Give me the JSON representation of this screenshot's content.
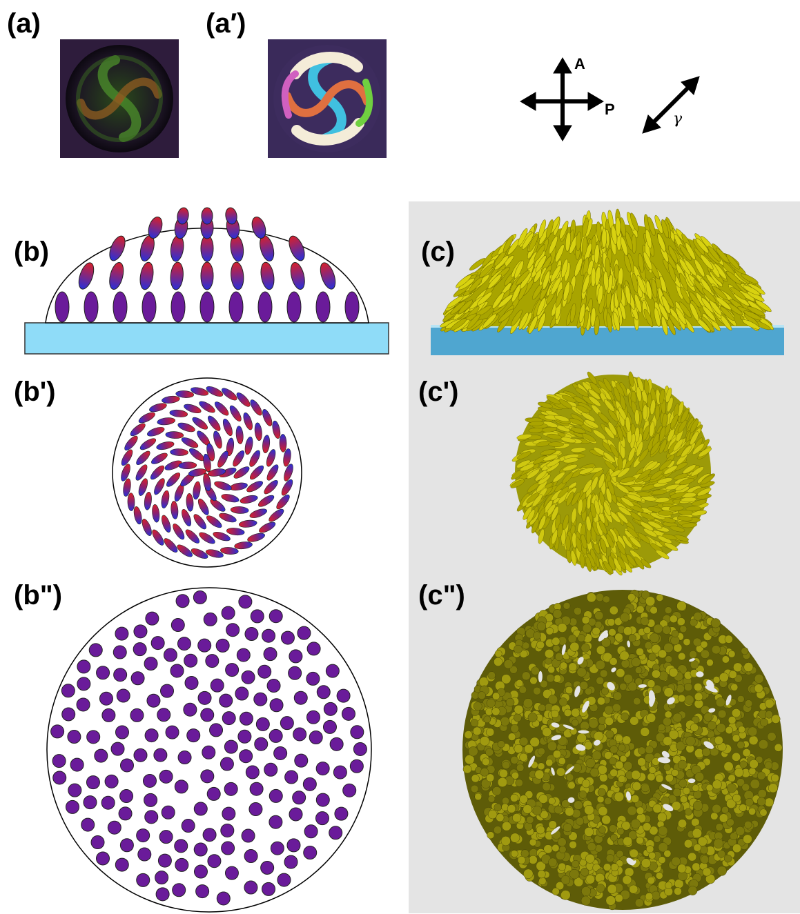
{
  "panels": {
    "a": "(a)",
    "a_prime": "(a′)",
    "b": "(b)",
    "b_prime": "(b')",
    "b_dprime": "(b\")",
    "c": "(c)",
    "c_prime": "(c')",
    "c_dprime": "(c\")"
  },
  "legend": {
    "analyzer": "A",
    "polarizer": "P",
    "gamma": "γ"
  },
  "colors": {
    "substrate_light": "#8fdcf8",
    "substrate_sim": "#4fa6d0",
    "ellipsoid_purple": "#6a1b9a",
    "gradient_red": "#d8202a",
    "gradient_blue": "#2a2fd8",
    "sim_yellow": "#c9c400",
    "sim_olive": "#8c8a10",
    "panel_gray": "#e4e4e4"
  },
  "icons": [
    "crossed-polarizer-arrows-icon",
    "gamma-plate-arrow-icon"
  ]
}
